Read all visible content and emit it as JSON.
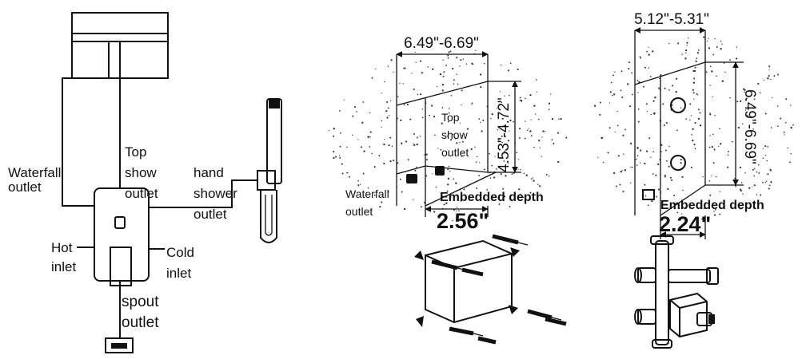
{
  "schematic": {
    "waterfall_outlet": [
      "Waterfall",
      "outlet"
    ],
    "top_show_outlet": [
      "Top",
      "show",
      "outlet"
    ],
    "hand_shower_outlet": [
      "hand",
      "shower",
      "outlet"
    ],
    "hot_inlet": [
      "Hot",
      "inlet"
    ],
    "cold_inlet": [
      "Cold",
      "inlet"
    ],
    "spout_outlet": [
      "spout",
      "outlet"
    ]
  },
  "box_valve": {
    "width_dim": "6.49\"-6.69\"",
    "height_dim": "4.53\"-4.72\"",
    "top_show_outlet": [
      "Top",
      "show",
      "outlet"
    ],
    "waterfall_outlet": [
      "Waterfall",
      "outlet"
    ],
    "depth_label": "Embedded depth",
    "depth_value": "2.56\""
  },
  "rough_valve": {
    "width_dim": "5.12\"-5.31\"",
    "height_dim": "6.49\"-6.69\"",
    "depth_label": "Embedded depth",
    "depth_value": "2.24\""
  }
}
